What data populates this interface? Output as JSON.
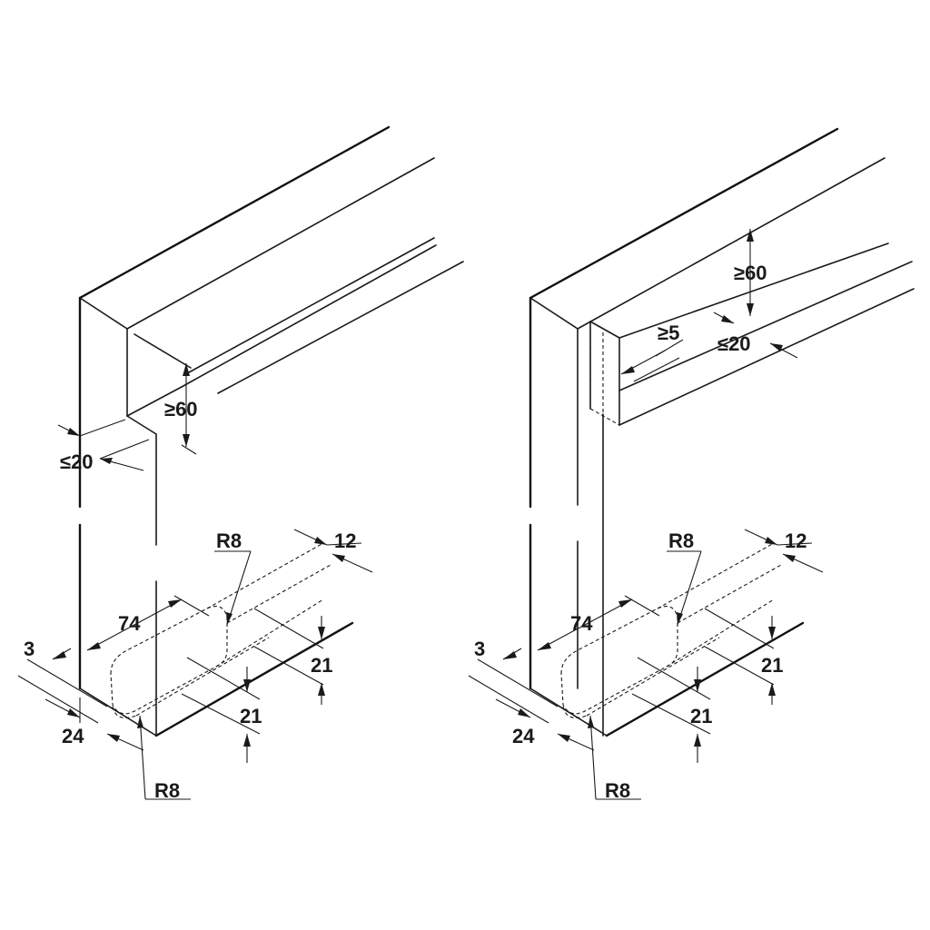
{
  "left_drawing": {
    "dim_min_height": "≥60",
    "dim_max_thickness": "≤20",
    "radius_top": "R8",
    "dim_width": "12",
    "dim_length": "74",
    "dim_offset": "3",
    "dim_depth_right": "21",
    "dim_depth_front": "21",
    "dim_edge": "24",
    "radius_bottom": "R8"
  },
  "right_drawing": {
    "dim_min_height": "≥60",
    "dim_min_gap": "≥5",
    "dim_max_thickness": "≤20",
    "radius_top": "R8",
    "dim_width": "12",
    "dim_length": "74",
    "dim_offset": "3",
    "dim_depth_right": "21",
    "dim_depth_front": "21",
    "dim_edge": "24",
    "radius_bottom": "R8"
  }
}
